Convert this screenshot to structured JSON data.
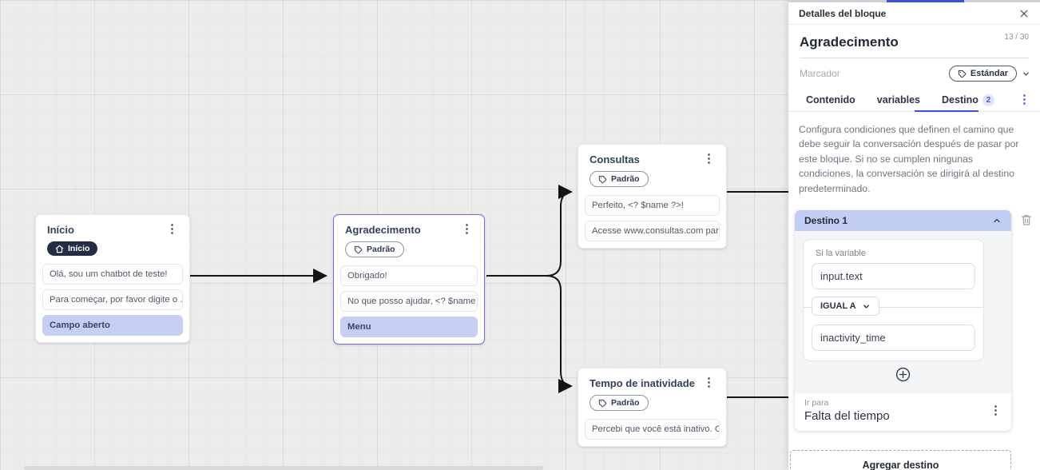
{
  "canvas": {
    "nodes": [
      {
        "title": "Início",
        "badge": {
          "icon": "home-icon",
          "label": "Início"
        },
        "rows": [
          {
            "text": "Olá, sou um chatbot de teste!"
          },
          {
            "text": "Para começar, por favor digite o ..."
          },
          {
            "text": "Campo aberto"
          }
        ]
      },
      {
        "title": "Agradecimento",
        "badge": {
          "icon": "tag-icon",
          "label": "Padrão"
        },
        "rows": [
          {
            "text": "Obrigado!"
          },
          {
            "text": "No que posso ajudar, <? $name ..."
          },
          {
            "text": "Menu"
          }
        ]
      },
      {
        "title": "Consultas",
        "badge": {
          "icon": "tag-icon",
          "label": "Padrão"
        },
        "rows": [
          {
            "text": "Perfeito, <? $name ?>!"
          },
          {
            "text": "Acesse www.consultas.com par..."
          }
        ]
      },
      {
        "title": "Tempo de inatividade",
        "badge": {
          "icon": "tag-icon",
          "label": "Padrão"
        },
        "rows": [
          {
            "text": "Percebi que você está inativo. C..."
          }
        ]
      }
    ]
  },
  "panel": {
    "header": {
      "title": "Detalles del bloque"
    },
    "name": {
      "value": "Agradecimento",
      "counter": "13 / 30"
    },
    "marker": {
      "label": "Marcador",
      "selected": "Estándar"
    },
    "tabs": {
      "items": [
        {
          "label": "Contenido"
        },
        {
          "label": "variables"
        },
        {
          "label": "Destino",
          "badge": "2"
        }
      ],
      "active": "Destino"
    },
    "description": "Configura condiciones que definen el camino que debe seguir la conversación después de pasar por este bloque. Si no se cumplen ningunas condiciones, la conversación se dirigirá al destino predeterminado.",
    "destination_card": {
      "title": "Destino 1",
      "condition_label": "Si la variable",
      "variable_value": "input.text",
      "operator": "IGUAL A",
      "compare_value": "inactivity_time",
      "goto_label": "Ir para",
      "goto_value": "Falta del tiempo"
    },
    "add_destination_label": "Agregar destino"
  },
  "colors": {
    "accent_blue": "#3c50d9",
    "selection_periwinkle": "#c5cff2",
    "node_selected_border": "#7468df",
    "badge_dark_bg": "#232e44",
    "connector": "#141414"
  }
}
